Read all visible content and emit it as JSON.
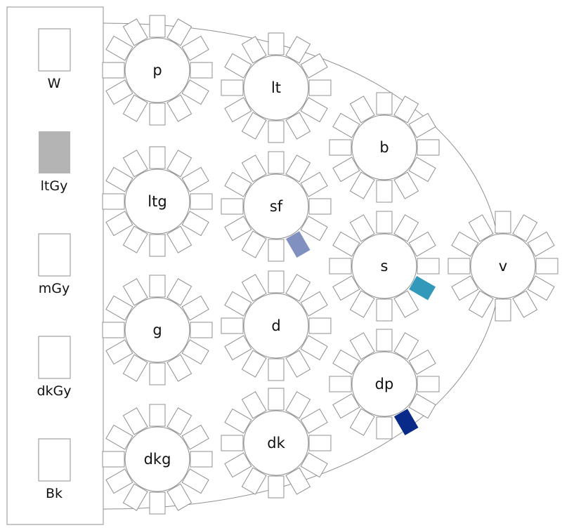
{
  "chart_data": {
    "type": "diagram",
    "legend": [
      {
        "label": "W",
        "color": "#ffffff"
      },
      {
        "label": "ltGy",
        "color": "#b4b4b4"
      },
      {
        "label": "mGy",
        "color": "#ffffff"
      },
      {
        "label": "dkGy",
        "color": "#ffffff"
      },
      {
        "label": "Bk",
        "color": "#ffffff"
      }
    ],
    "tables": [
      {
        "label": "p",
        "highlight": null
      },
      {
        "label": "lt",
        "highlight": null
      },
      {
        "label": "b",
        "highlight": null
      },
      {
        "label": "ltg",
        "highlight": null
      },
      {
        "label": "sf",
        "highlight": {
          "color": "#8090c0"
        }
      },
      {
        "label": "s",
        "highlight": {
          "color": "#3399bb"
        }
      },
      {
        "label": "v",
        "highlight": null
      },
      {
        "label": "g",
        "highlight": null
      },
      {
        "label": "d",
        "highlight": null
      },
      {
        "label": "dp",
        "highlight": {
          "color": "#0a2a8a"
        }
      },
      {
        "label": "dkg",
        "highlight": null
      },
      {
        "label": "dk",
        "highlight": null
      }
    ],
    "colors": {
      "stroke": "#909090",
      "background": "#ffffff"
    }
  }
}
